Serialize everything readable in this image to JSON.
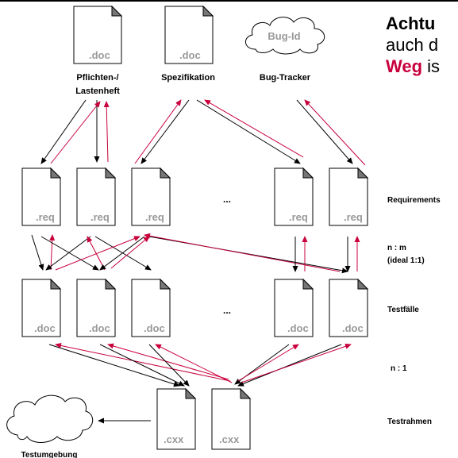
{
  "headline": {
    "line1": "Achtu",
    "line2": "auch d",
    "line3_accent": "Weg",
    "line3_rest": " is",
    "accent_color": "#c8003c"
  },
  "sources": [
    {
      "ext": ".doc",
      "label_lines": [
        "Pflichten-/",
        "Lastenheft"
      ]
    },
    {
      "ext": ".doc",
      "label_lines": [
        "Spezifikation"
      ]
    },
    {
      "cloud_text": "Bug-Id",
      "label_lines": [
        "Bug-Tracker"
      ]
    }
  ],
  "requirements": {
    "ext": ".req",
    "ellipsis": "..."
  },
  "testcases": {
    "ext": ".doc",
    "ellipsis": "..."
  },
  "frames": {
    "ext": ".cxx"
  },
  "environment": {
    "label": "Testumgebung"
  },
  "row_labels": {
    "requirements": "Requirements",
    "mapping_line1": "n : m",
    "mapping_line2": "(ideal 1:1)",
    "testcases": "Testfälle",
    "n_to_1": "n : 1",
    "testrahmen": "Testrahmen"
  },
  "colors": {
    "forward_arrow": "#000000",
    "backward_arrow": "#c8003c",
    "doc_fill": "#ffffff",
    "doc_ext": "#999999"
  }
}
